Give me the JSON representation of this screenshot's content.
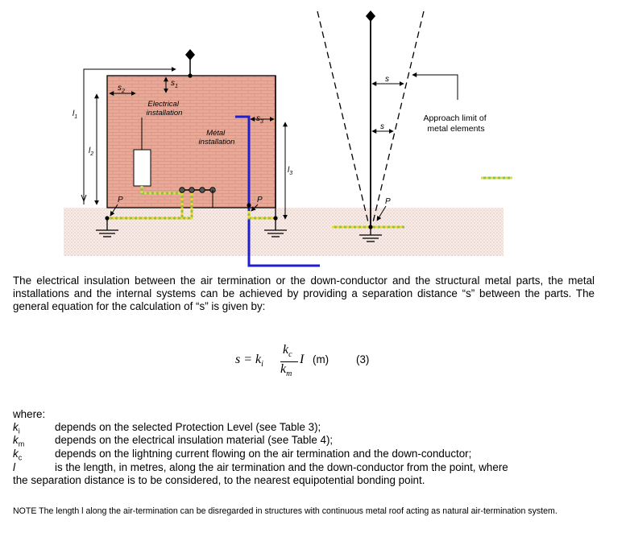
{
  "figure": {
    "labels": {
      "s_top": "s",
      "s_top_sub": "1",
      "s_left": "s",
      "s_left_sub": "2",
      "s_right": "s",
      "s_right_sub": "3",
      "electrical_1": "Electrical",
      "electrical_2": "installation",
      "metal_1": "Métal",
      "metal_2": "installation",
      "l1": "l",
      "l1_sub": "1",
      "l2": "l",
      "l2_sub": "2",
      "l3": "l",
      "l3_sub": "3",
      "p_left": "P",
      "p_mid": "P",
      "p_right": "P",
      "s_cone_upper": "s",
      "s_cone_lower": "s",
      "approach_1": "Approach limit of",
      "approach_2": "metal elements"
    },
    "colors": {
      "wall": "#e9a996",
      "brick_line": "#d79585",
      "ground": "#f3e6e0",
      "metal_conductor": "#1f1fd0",
      "bonding_green": "#8bc34a",
      "bonding_yellow": "#e8d83a"
    }
  },
  "text": {
    "paragraph": "The electrical insulation between the air termination or the down-conductor and the structural metal parts, the metal installations and the internal systems can be achieved by providing a separation distance “s” between the parts. The general equation for the calculation of “s” is given by:",
    "equation": {
      "lhs": "s = k",
      "lhs_sub": "i",
      "num": "k",
      "num_sub": "c",
      "den": "k",
      "den_sub": "m",
      "var": "I",
      "unit": "(m)",
      "number": "(3)"
    },
    "where": "where:",
    "definitions": [
      {
        "sym": "k",
        "sub": "i",
        "desc": "depends on the selected Protection Level (see Table 3);"
      },
      {
        "sym": "k",
        "sub": "m",
        "desc": "depends on the electrical insulation material (see Table 4);"
      },
      {
        "sym": "k",
        "sub": "c",
        "desc": "depends on the lightning current flowing on the air termination and the down-conductor;"
      },
      {
        "sym": "l",
        "sub": "",
        "desc": "is the length, in metres, along the air termination and the down-conductor from the point, where"
      }
    ],
    "definition_continuation": "the separation distance is to be considered, to the nearest equipotential bonding point.",
    "note": "NOTE    The length l along the air-termination can be disregarded in structures with continuous metal roof acting as natural air-termination system."
  }
}
